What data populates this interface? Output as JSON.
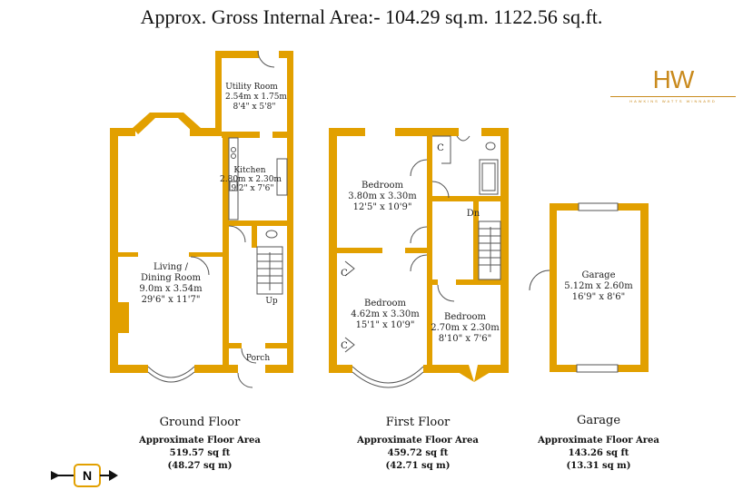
{
  "title": "Approx. Gross Internal Area:- 104.29 sq.m. 1122.56 sq.ft.",
  "logo": {
    "initials": "HW",
    "subtitle": "HAWKINS WATTS WINNARD"
  },
  "colors": {
    "wall": "#e2a000",
    "line": "#555555"
  },
  "compass": {
    "letter": "N"
  },
  "rooms": {
    "utility": {
      "name": "Utility Room",
      "dims_m": "2.54m x 1.75m",
      "dims_ft": "8'4\" x 5'8\""
    },
    "kitchen": {
      "name": "Kitchen",
      "dims_m": "2.80m x 2.30m",
      "dims_ft": "9'2\" x 7'6\""
    },
    "living": {
      "name1": "Living /",
      "name2": "Dining Room",
      "dims_m": "9.0m x 3.54m",
      "dims_ft": "29'6\" x 11'7\""
    },
    "porch": {
      "name": "Porch"
    },
    "up": "Up",
    "bedroom1": {
      "name": "Bedroom",
      "dims_m": "3.80m x 3.30m",
      "dims_ft": "12'5\" x 10'9\""
    },
    "bedroom2": {
      "name": "Bedroom",
      "dims_m": "4.62m x 3.30m",
      "dims_ft": "15'1\" x 10'9\""
    },
    "bedroom3": {
      "name": "Bedroom",
      "dims_m": "2.70m x 2.30m",
      "dims_ft": "8'10\" x 7'6\""
    },
    "dn": "Dn",
    "cupboard": "C",
    "garage": {
      "name": "Garage",
      "dims_m": "5.12m x 2.60m",
      "dims_ft": "16'9\" x 8'6\""
    }
  },
  "floors": [
    {
      "name": "Ground Floor",
      "area_label": "Approximate Floor Area",
      "sqft": "519.57 sq ft",
      "sqm": "(48.27 sq m)"
    },
    {
      "name": "First Floor",
      "area_label": "Approximate Floor Area",
      "sqft": "459.72 sq ft",
      "sqm": "(42.71 sq m)"
    },
    {
      "name": "Garage",
      "area_label": "Approximate Floor Area",
      "sqft": "143.26 sq ft",
      "sqm": "(13.31 sq m)"
    }
  ]
}
